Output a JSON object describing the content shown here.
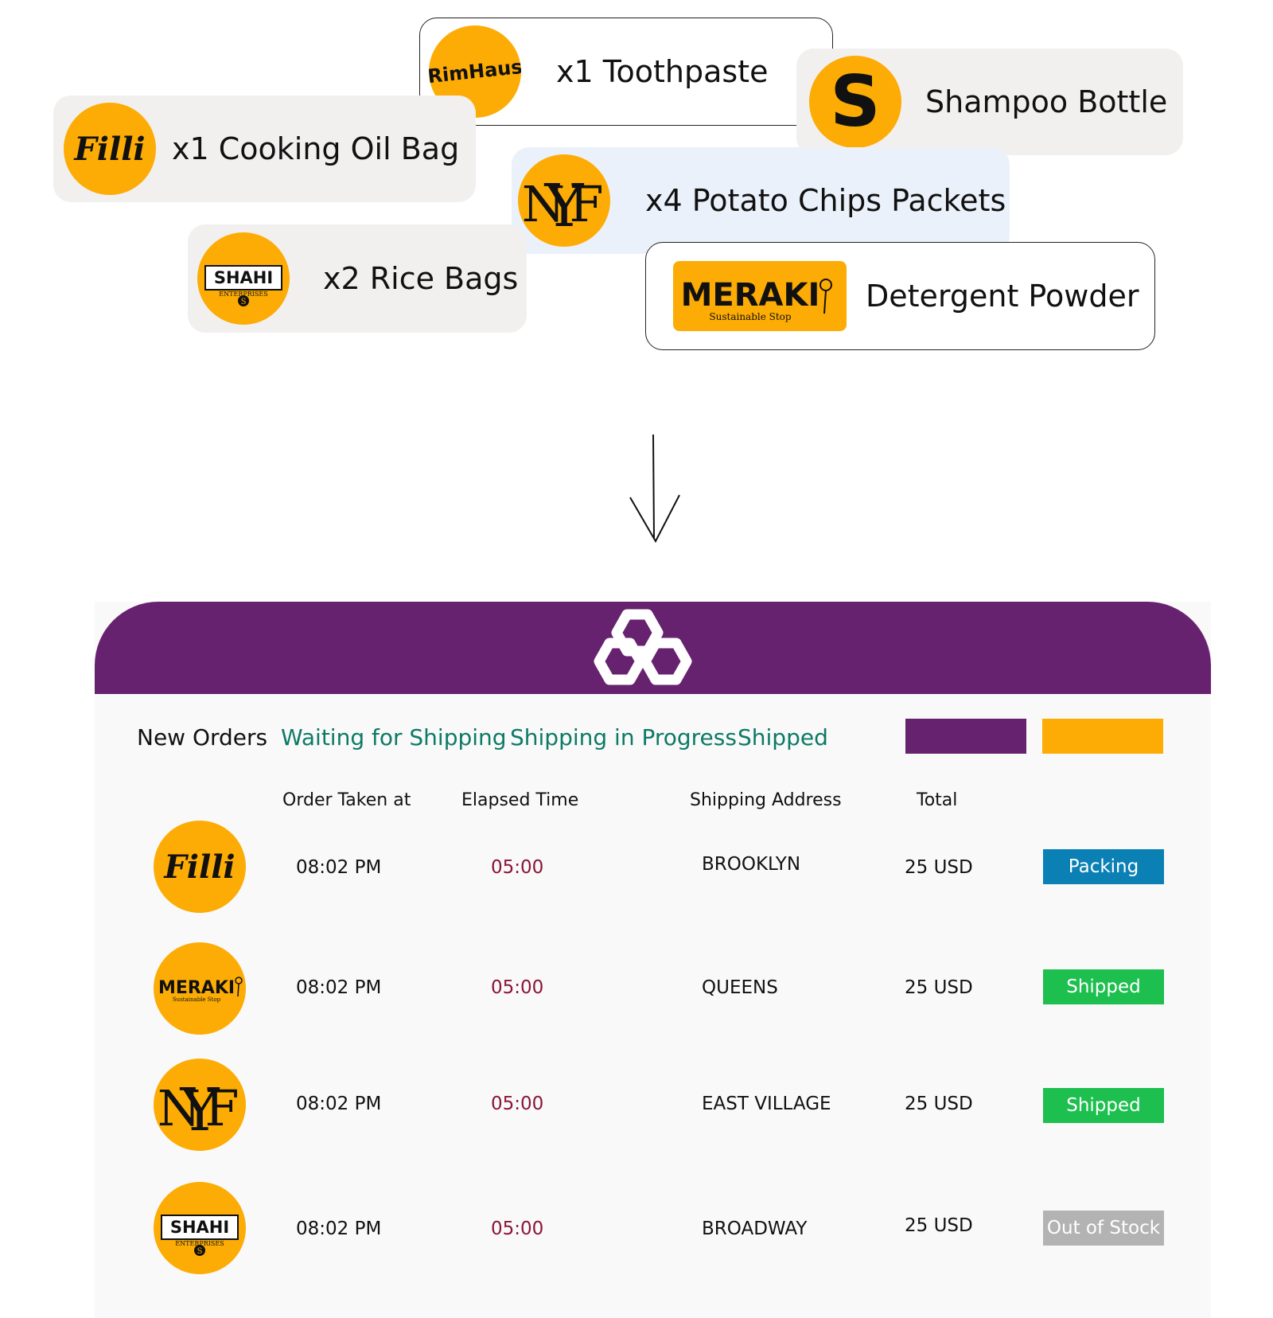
{
  "cards": [
    {
      "text": "x1 Toothpaste",
      "logo": "rimhaus-logo"
    },
    {
      "text": "Shampoo Bottle",
      "logo": "s-logo"
    },
    {
      "text": "x1 Cooking Oil Bag",
      "logo": "filli-logo"
    },
    {
      "text": "x4 Potato Chips Packets",
      "logo": "nyf-logo"
    },
    {
      "text": "x2 Rice Bags",
      "logo": "shahi-logo"
    },
    {
      "text": "Detergent Powder",
      "logo": "meraki-logo"
    }
  ],
  "logos": {
    "rimhaus": "RimHaus",
    "s": "S",
    "filli": "Filli",
    "nyf_n": "N",
    "nyf_y": "Y",
    "nyf_f": "F",
    "shahi": "SHAHI",
    "shahi_sub": "ENTERPRISES",
    "shahi_mark": "S",
    "meraki": "MERAKI",
    "meraki_sub": "Sustainable Stop"
  },
  "colors": {
    "brand_purple": "#67226f",
    "brand_orange": "#fcac04",
    "tab_active": "#0d7a66",
    "elapsed": "#8a1538",
    "packing": "#0a80b5",
    "shipped": "#1dbf4f",
    "out_of_stock": "#b3b3b3"
  },
  "tabs": {
    "new_orders": "New Orders",
    "waiting": "Waiting for Shipping",
    "in_progress": "Shipping in Progress",
    "shipped": "Shipped"
  },
  "columns": {
    "order_taken": "Order Taken at",
    "elapsed": "Elapsed Time",
    "address": "Shipping Address",
    "total": "Total"
  },
  "orders": [
    {
      "logo": "filli-logo",
      "time": "08:02  PM",
      "elapsed": "05:00",
      "address": "BROOKLYN",
      "total": "25 USD",
      "status": "Packing"
    },
    {
      "logo": "meraki-logo",
      "time": "08:02  PM",
      "elapsed": "05:00",
      "address": "QUEENS",
      "total": "25 USD",
      "status": "Shipped"
    },
    {
      "logo": "nyf-logo",
      "time": "08:02  PM",
      "elapsed": "05:00",
      "address": "EAST VILLAGE",
      "total": "25 USD",
      "status": "Shipped"
    },
    {
      "logo": "shahi-logo",
      "time": "08:02  PM",
      "elapsed": "05:00",
      "address": "BROADWAY",
      "total": "25 USD",
      "status": "Out of Stock"
    }
  ]
}
